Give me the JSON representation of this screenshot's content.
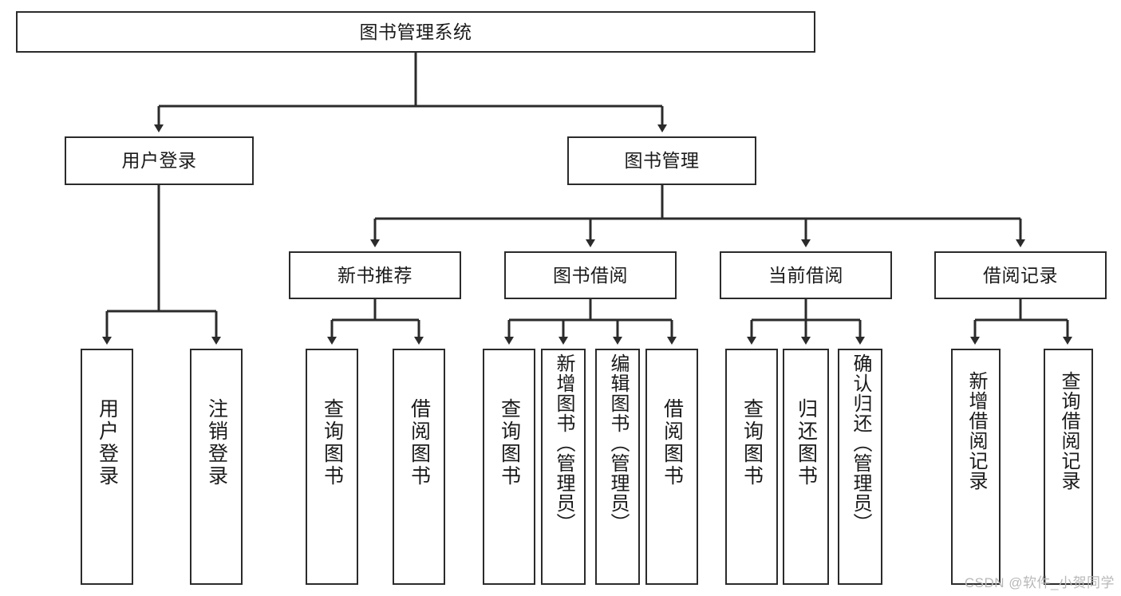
{
  "diagram": {
    "title": "图书管理系统",
    "watermark": "CSDN @软件_小贺同学",
    "stroke_color": "#2b2b2b",
    "text_color": "#1a1a1a",
    "background": "#ffffff",
    "root": {
      "label": "图书管理系统"
    },
    "level2": [
      {
        "label": "用户登录"
      },
      {
        "label": "图书管理"
      }
    ],
    "level3": [
      {
        "label": "新书推荐"
      },
      {
        "label": "图书借阅"
      },
      {
        "label": "当前借阅"
      },
      {
        "label": "借阅记录"
      }
    ],
    "leaves": {
      "user_login": [
        {
          "label": "用户登录"
        },
        {
          "label": "注销登录"
        }
      ],
      "new_book": [
        {
          "label": "查询图书"
        },
        {
          "label": "借阅图书"
        }
      ],
      "book_borrow": [
        {
          "label": "查询图书"
        },
        {
          "label": "新增图书（管理员）"
        },
        {
          "label": "编辑图书（管理员）"
        },
        {
          "label": "借阅图书"
        }
      ],
      "current_borrow": [
        {
          "label": "查询图书"
        },
        {
          "label": "归还图书"
        },
        {
          "label": "确认归还（管理员）"
        }
      ],
      "borrow_record": [
        {
          "label": "新增借阅记录"
        },
        {
          "label": "查询借阅记录"
        }
      ]
    }
  }
}
